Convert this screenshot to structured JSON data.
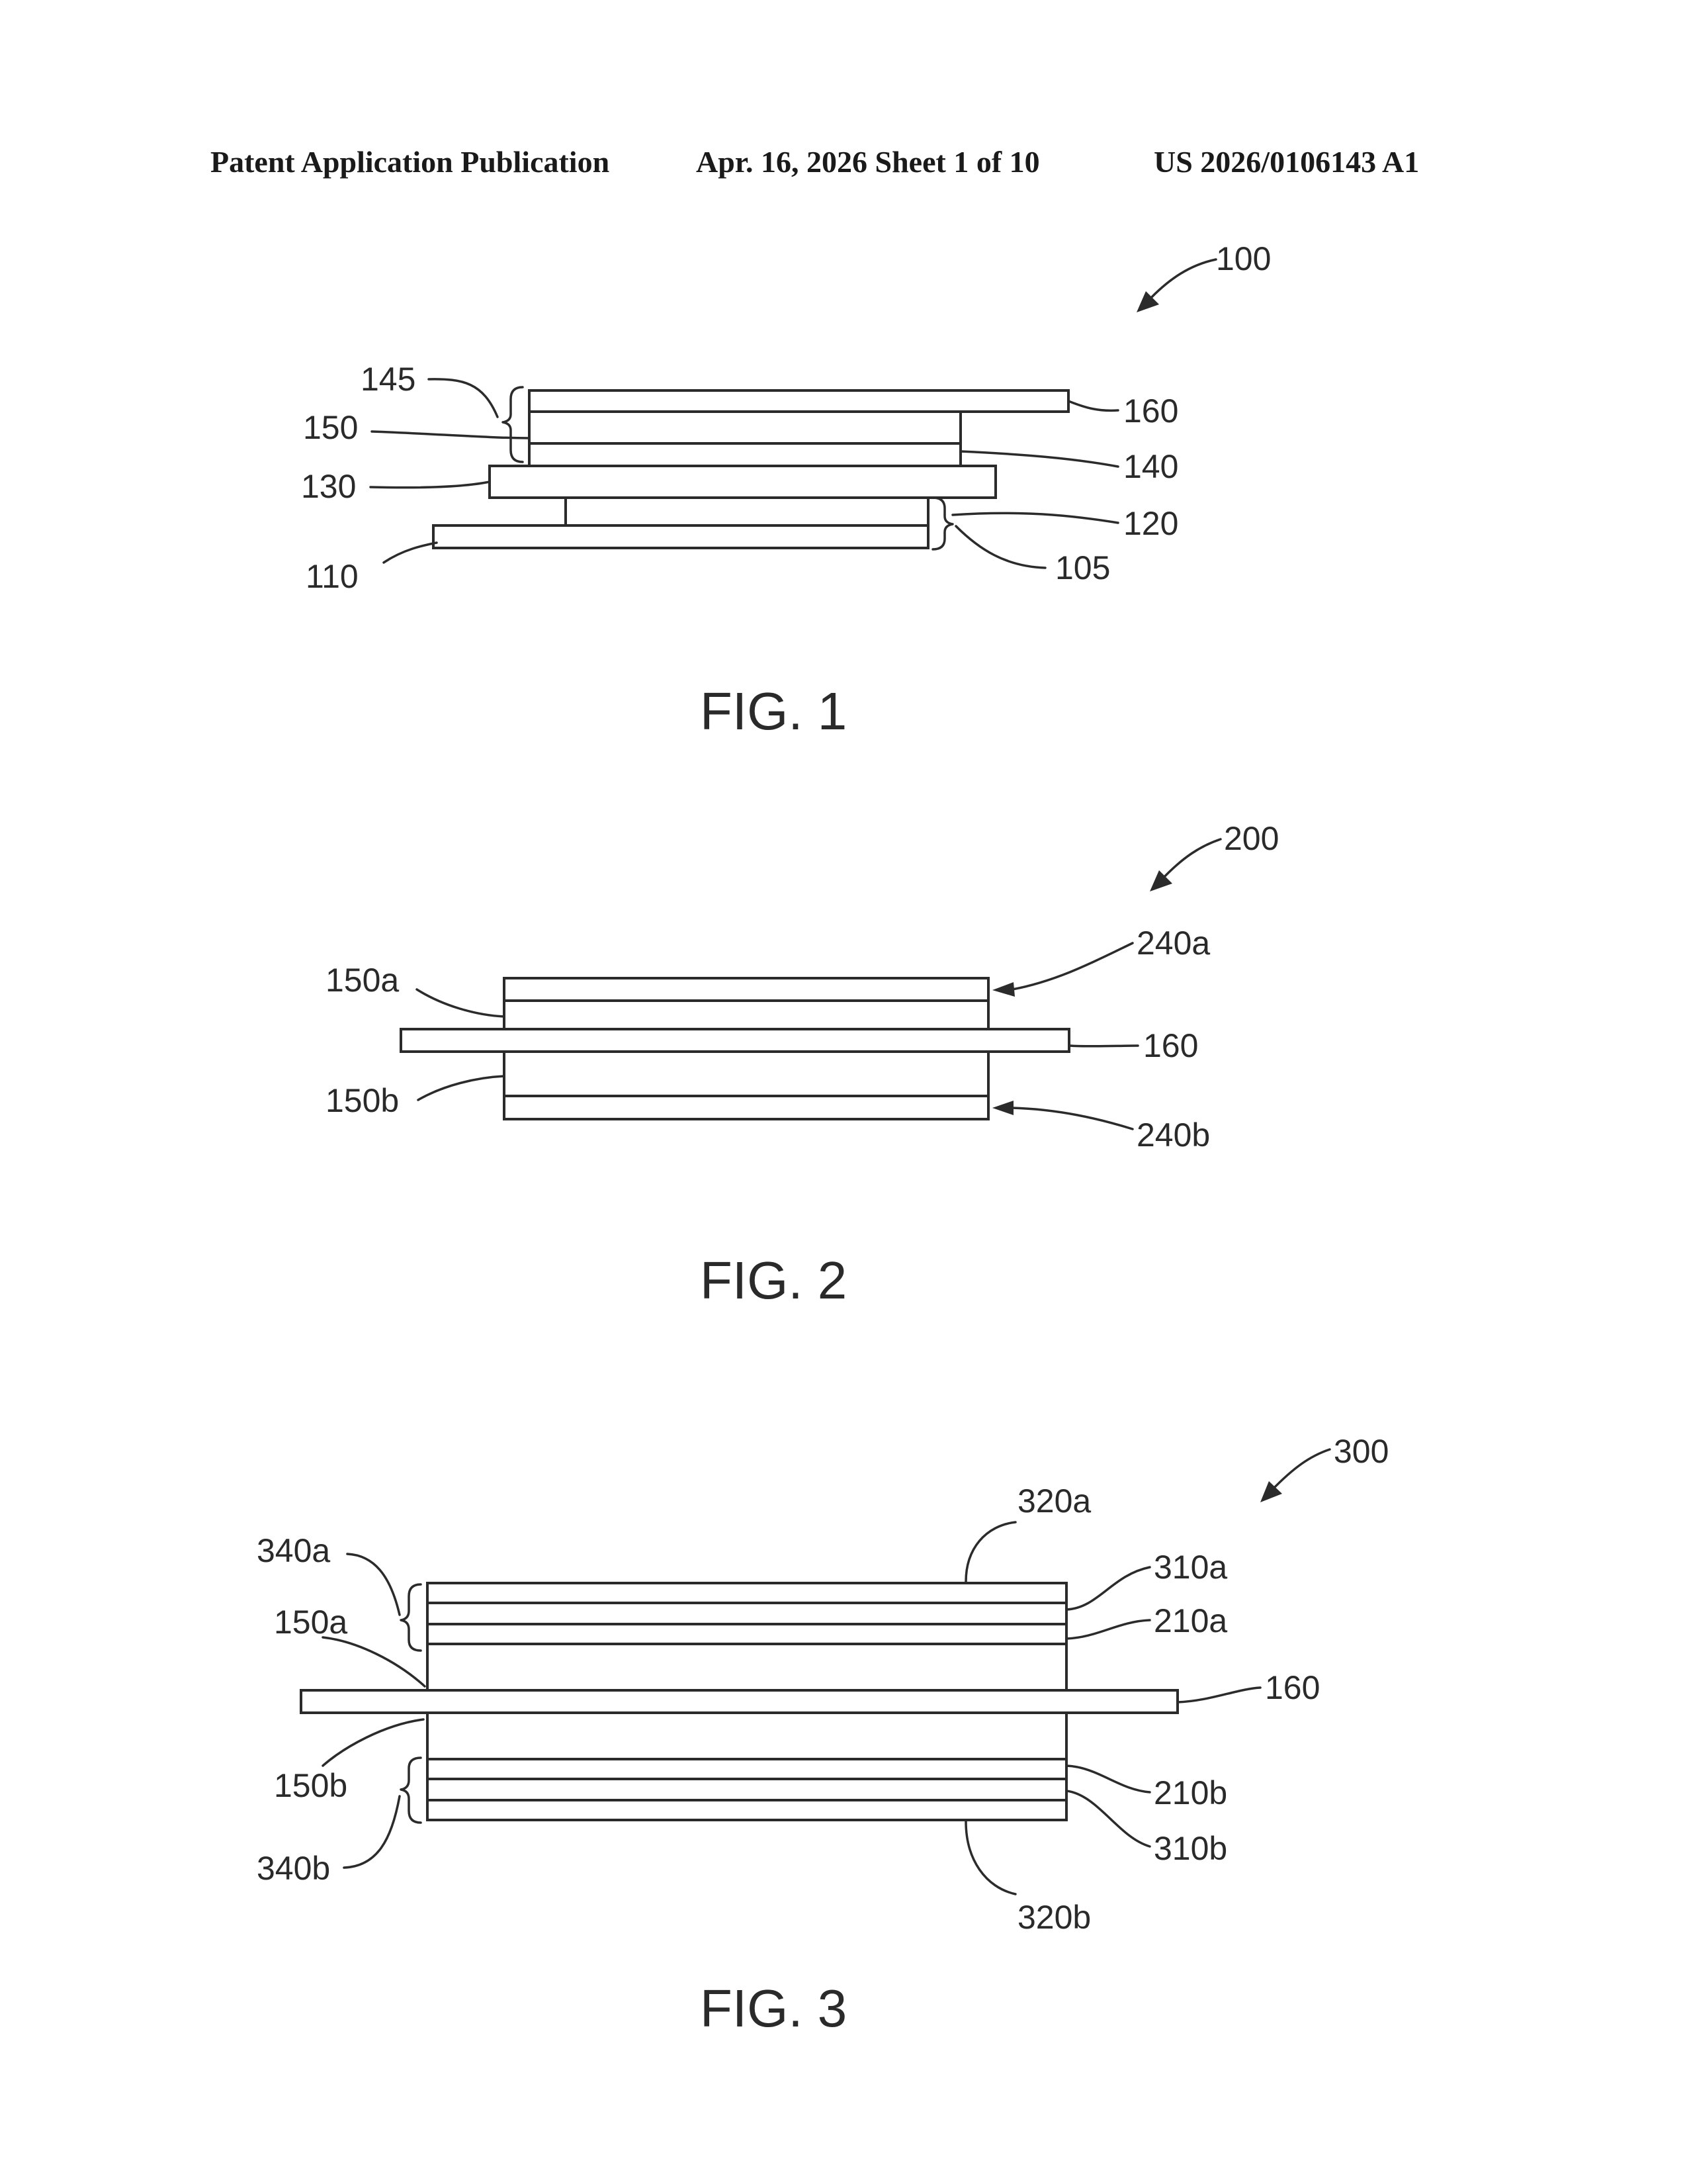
{
  "header": {
    "title": "Patent Application Publication",
    "date_sheet": "Apr. 16, 2026  Sheet 1 of 10",
    "pub_number": "US 2026/0106143 A1"
  },
  "fig1": {
    "caption": "FIG. 1",
    "labels": {
      "ref_100": "100",
      "ref_145": "145",
      "ref_150": "150",
      "ref_130": "130",
      "ref_110": "110",
      "ref_160": "160",
      "ref_140": "140",
      "ref_120": "120",
      "ref_105": "105"
    }
  },
  "fig2": {
    "caption": "FIG. 2",
    "labels": {
      "ref_200": "200",
      "ref_240a": "240a",
      "ref_150a": "150a",
      "ref_160": "160",
      "ref_150b": "150b",
      "ref_240b": "240b"
    }
  },
  "fig3": {
    "caption": "FIG. 3",
    "labels": {
      "ref_300": "300",
      "ref_320a": "320a",
      "ref_340a": "340a",
      "ref_310a": "310a",
      "ref_150a": "150a",
      "ref_210a": "210a",
      "ref_160": "160",
      "ref_150b": "150b",
      "ref_210b": "210b",
      "ref_340b": "340b",
      "ref_310b": "310b",
      "ref_320b": "320b"
    }
  }
}
